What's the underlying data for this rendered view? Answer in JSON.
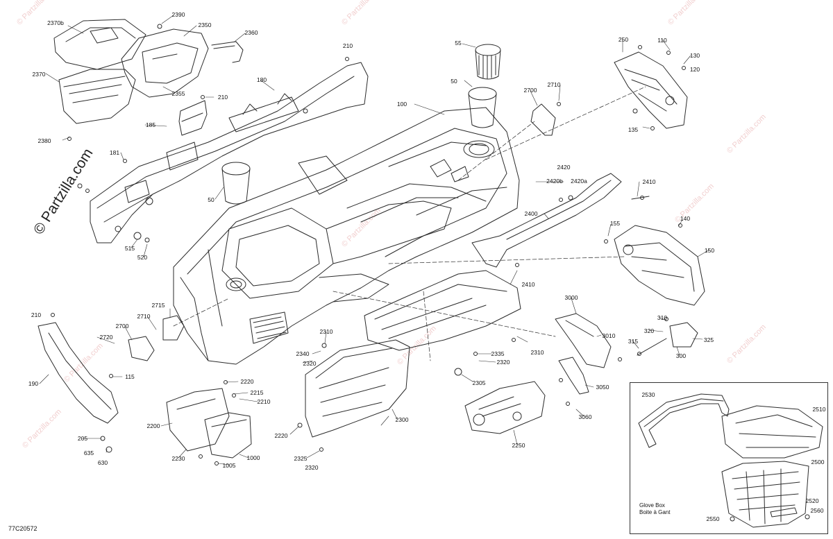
{
  "watermark": {
    "brand": "© Partzilla.com"
  },
  "drawing_number": "77C20572",
  "inset": {
    "caption_en": "Glove Box",
    "caption_fr": "Boite à Gant"
  },
  "callouts": [
    "2370b",
    "2390",
    "2350",
    "2360",
    "2370",
    "2355",
    "210",
    "2380",
    "180",
    "185",
    "181",
    "515",
    "520",
    "50",
    "55",
    "50",
    "100",
    "2700",
    "2710",
    "250",
    "110",
    "130",
    "120",
    "135",
    "2420",
    "2420b",
    "2420a",
    "2410",
    "2400",
    "155",
    "140",
    "150",
    "2410",
    "210",
    "2715",
    "2710",
    "2700",
    "2720",
    "115",
    "190",
    "205",
    "635",
    "630",
    "2220",
    "2215",
    "2210",
    "2200",
    "2230",
    "1005",
    "1000",
    "2310",
    "2340",
    "2320",
    "2335",
    "2320",
    "2305",
    "2300",
    "2220",
    "2325",
    "2320",
    "2310",
    "2250",
    "3000",
    "3010",
    "3050",
    "3060",
    "310",
    "320",
    "325",
    "315",
    "300",
    "2530",
    "2510",
    "2500",
    "2520",
    "2560",
    "2550",
    "210"
  ]
}
